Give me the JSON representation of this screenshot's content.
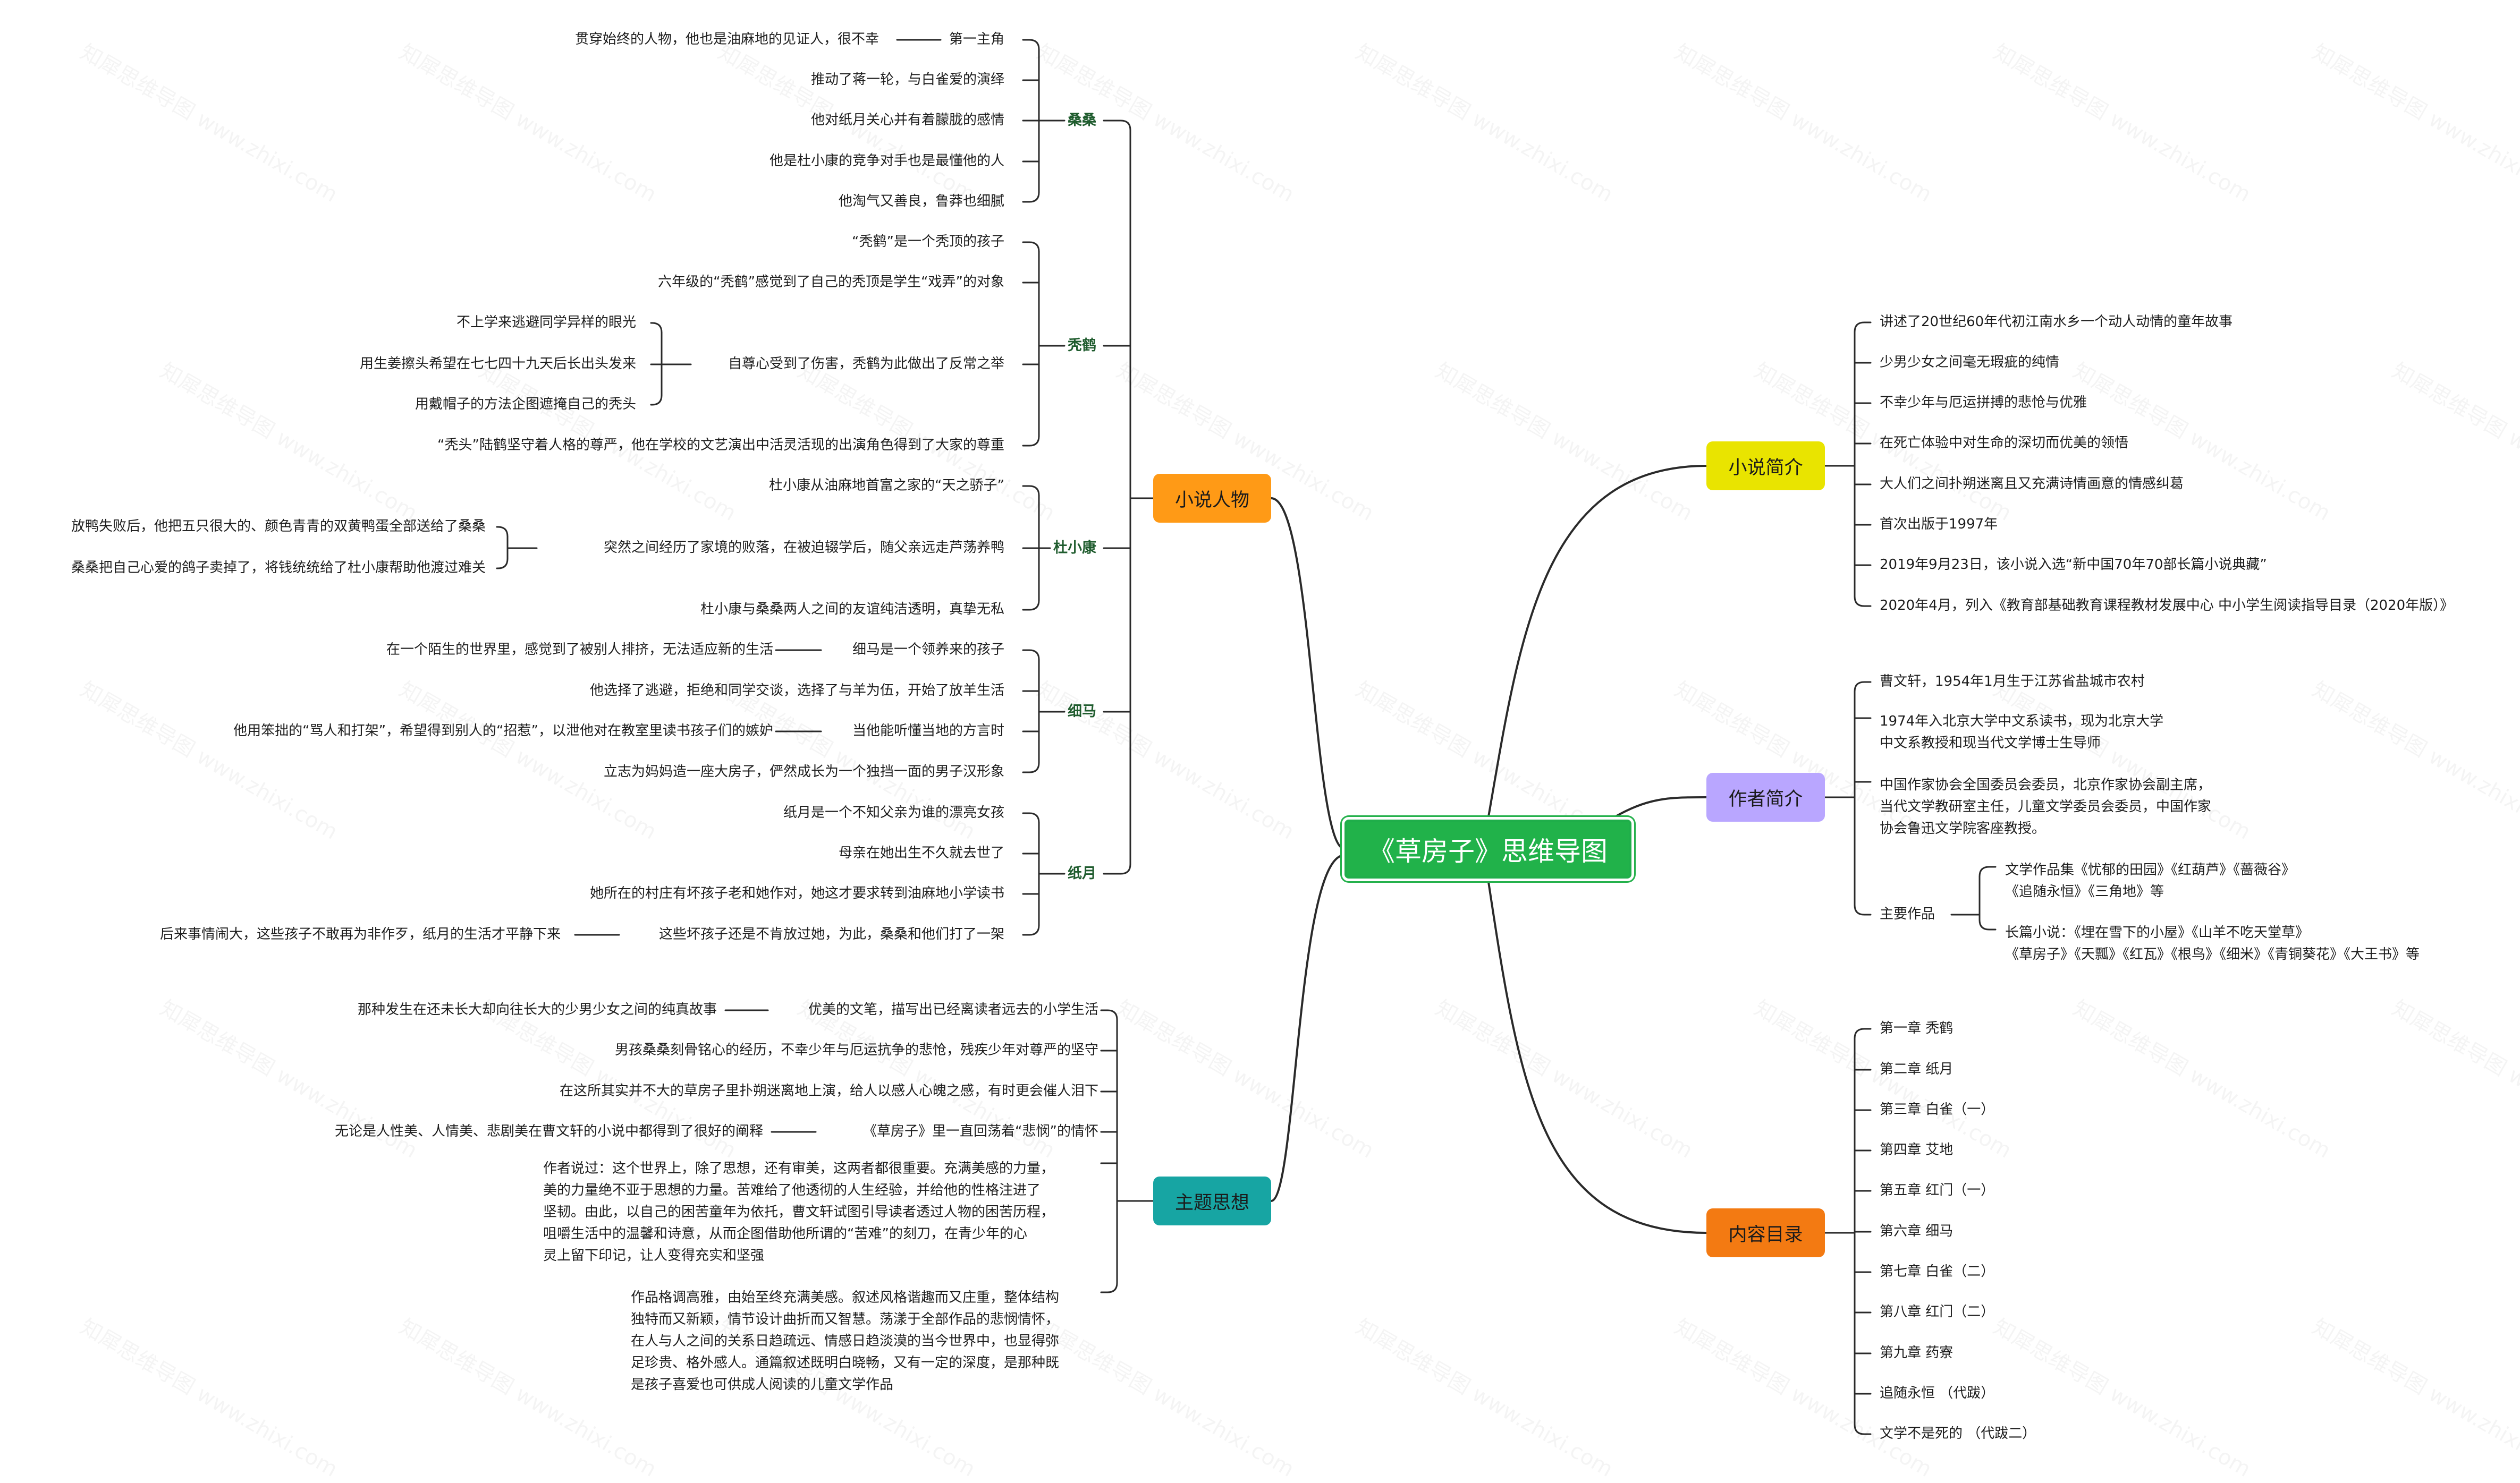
{
  "center": {
    "label": "《草房子》思维导图",
    "color": "#21b24a"
  },
  "branches": {
    "characters": {
      "label": "小说人物",
      "color": "#ff9a16"
    },
    "themes": {
      "label": "主题思想",
      "color": "#17a5a3"
    },
    "intro": {
      "label": "小说简介",
      "color": "#e9e400"
    },
    "author": {
      "label": "作者简介",
      "color": "#b9a6ff"
    },
    "contents": {
      "label": "内容目录",
      "color": "#f37a12"
    }
  },
  "characters": {
    "sangsang": {
      "name": "桑桑",
      "items": [
        "贯穿始终的人物，他也是油麻地的见证人，很不幸",
        "第一主角",
        "推动了蒋一轮，与白雀爱的演绎",
        "他对纸月关心并有着朦胧的感情",
        "他是杜小康的竞争对手也是最懂他的人",
        "他淘气又善良，鲁莽也细腻"
      ]
    },
    "tuhe": {
      "name": "秃鹤",
      "items": [
        "“秃鹤”是一个秃顶的孩子",
        "六年级的“秃鹤”感觉到了自己的秃顶是学生“戏弄”的对象",
        "自尊心受到了伤害，秃鹤为此做出了反常之举",
        "不上学来逃避同学异样的眼光",
        "用生姜擦头希望在七七四十九天后长出头发来",
        "用戴帽子的方法企图遮掩自己的秃头",
        "“秃头”陆鹤坚守着人格的尊严，他在学校的文艺演出中活灵活现的出演角色得到了大家的尊重"
      ]
    },
    "duxiaokang": {
      "name": "杜小康",
      "items": [
        "杜小康从油麻地首富之家的“天之骄子”",
        "突然之间经历了家境的败落，在被迫辍学后，随父亲远走芦荡养鸭",
        "放鸭失败后，他把五只很大的、颜色青青的双黄鸭蛋全部送给了桑桑",
        "桑桑把自己心爱的鸽子卖掉了，将钱统统给了杜小康帮助他渡过难关",
        "杜小康与桑桑两人之间的友谊纯洁透明，真挚无私"
      ]
    },
    "xima": {
      "name": "细马",
      "items": [
        "在一个陌生的世界里，感觉到了被别人排挤，无法适应新的生活",
        "细马是一个领养来的孩子",
        "他选择了逃避，拒绝和同学交谈，选择了与羊为伍，开始了放羊生活",
        "他用笨拙的“骂人和打架”，希望得到别人的“招惹”，以泄他对在教室里读书孩子们的嫉妒",
        "当他能听懂当地的方言时",
        "立志为妈妈造一座大房子，俨然成长为一个独挡一面的男子汉形象"
      ]
    },
    "zhiyue": {
      "name": "纸月",
      "items": [
        "纸月是一个不知父亲为谁的漂亮女孩",
        "母亲在她出生不久就去世了",
        "她所在的村庄有坏孩子老和她作对，她这才要求转到油麻地小学读书",
        "后来事情闹大，这些孩子不敢再为非作歹，纸月的生活才平静下来",
        "这些坏孩子还是不肯放过她，为此，桑桑和他们打了一架"
      ]
    }
  },
  "themes": {
    "items": [
      "那种发生在还未长大却向往长大的少男少女之间的纯真故事",
      "优美的文笔，描写出已经离读者远去的小学生活",
      "男孩桑桑刻骨铭心的经历，不幸少年与厄运抗争的悲怆，残疾少年对尊严的坚守",
      "在这所其实并不大的草房子里扑朔迷离地上演，给人以感人心魄之感，有时更会催人泪下",
      "无论是人性美、人情美、悲剧美在曹文轩的小说中都得到了很好的阐释",
      "《草房子》里一直回荡着“悲悯”的情怀",
      "作者说过：这个世界上，除了思想，还有审美，这两者都很重要。充满美感的力量，\n美的力量绝不亚于思想的力量。苦难给了他透彻的人生经验，并给他的性格注进了\n坚韧。由此，以自己的困苦童年为依托，曹文轩试图引导读者透过人物的困苦历程，\n咀嚼生活中的温馨和诗意，从而企图借助他所谓的“苦难”的刻刀，在青少年的心\n灵上留下印记，让人变得充实和坚强",
      "作品格调高雅，由始至终充满美感。叙述风格谐趣而又庄重，整体结构\n独特而又新颖，情节设计曲折而又智慧。荡漾于全部作品的悲悯情怀，\n在人与人之间的关系日趋疏远、情感日趋淡漠的当今世界中，也显得弥\n足珍贵、格外感人。通篇叙述既明白晓畅，又有一定的深度，是那种既\n是孩子喜爱也可供成人阅读的儿童文学作品"
    ]
  },
  "intro": {
    "items": [
      "讲述了20世纪60年代初江南水乡一个动人动情的童年故事",
      "少男少女之间毫无瑕疵的纯情",
      "不幸少年与厄运拼搏的悲怆与优雅",
      "在死亡体验中对生命的深切而优美的领悟",
      "大人们之间扑朔迷离且又充满诗情画意的情感纠葛",
      "首次出版于1997年",
      "2019年9月23日，该小说入选“新中国70年70部长篇小说典藏”",
      "2020年4月，列入《教育部基础教育课程教材发展中心 中小学生阅读指导目录（2020年版）》"
    ]
  },
  "author": {
    "items": [
      "曹文轩，1954年1月生于江苏省盐城市农村",
      "1974年入北京大学中文系读书，现为北京大学\n中文系教授和现当代文学博士生导师",
      "中国作家协会全国委员会委员，北京作家协会副主席，\n当代文学教研室主任，儿童文学委员会委员，中国作家\n协会鲁迅文学院客座教授。",
      "主要作品",
      "文学作品集《忧郁的田园》《红葫芦》《蔷薇谷》\n《追随永恒》《三角地》等",
      "长篇小说：《埋在雪下的小屋》《山羊不吃天堂草》\n《草房子》《天瓢》《红瓦》《根鸟》《细米》《青铜葵花》《大王书》等"
    ]
  },
  "contents": {
    "items": [
      "第一章 秃鹤",
      "第二章 纸月",
      "第三章 白雀（一）",
      "第四章 艾地",
      "第五章 红门（一）",
      "第六章 细马",
      "第七章 白雀（二）",
      "第八章 红门（二）",
      "第九章 药寮",
      "追随永恒 （代跋）",
      "文学不是死的 （代跋二）"
    ]
  },
  "watermark": "知犀思维导图 www.zhixi.com"
}
